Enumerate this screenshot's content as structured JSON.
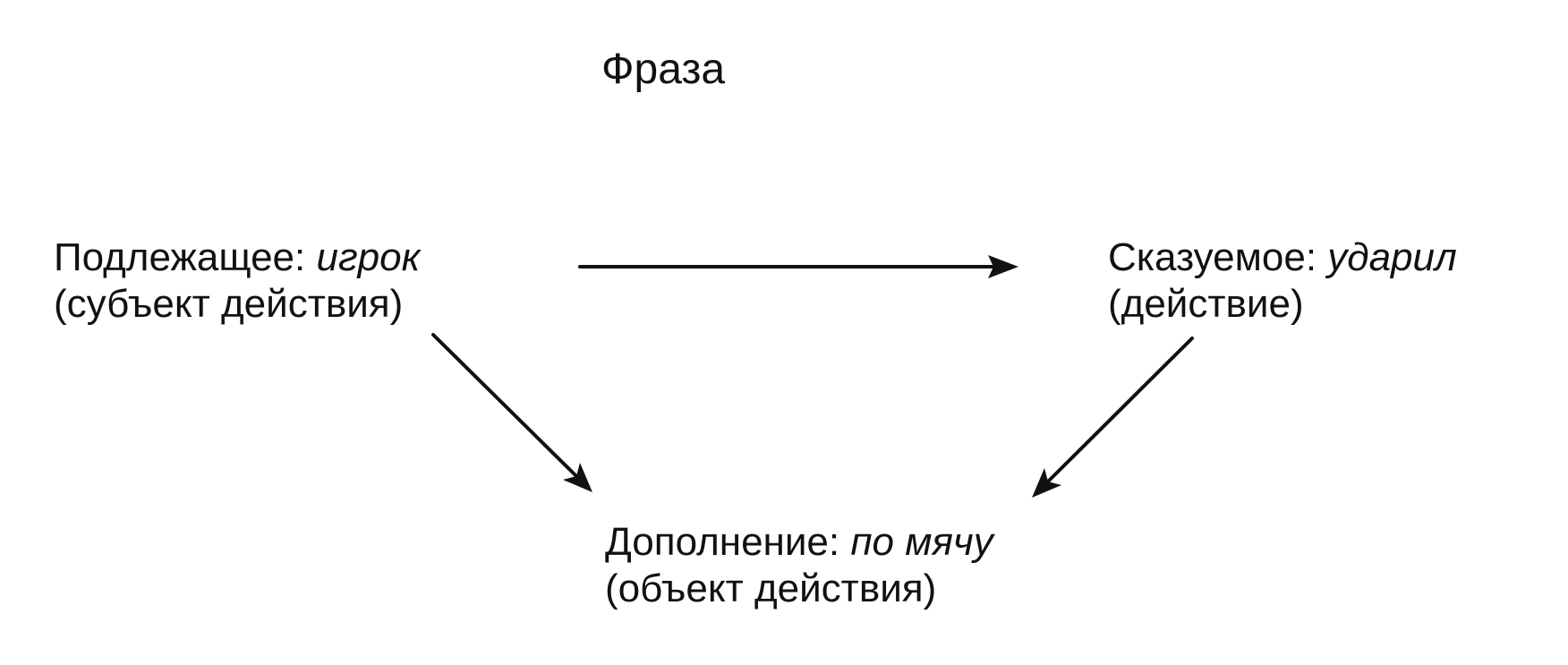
{
  "title": "Фраза",
  "nodes": {
    "subject": {
      "label": "Подлежащее: ",
      "term": "игрок",
      "role": "(субъект действия)"
    },
    "predicate": {
      "label": "Сказуемое: ",
      "term": "ударил",
      "role": "(действие)"
    },
    "object": {
      "label": "Дополнение: ",
      "term": "по мячу",
      "role": "(объект действия)"
    }
  },
  "edges": [
    {
      "from": "subject",
      "to": "predicate"
    },
    {
      "from": "subject",
      "to": "object"
    },
    {
      "from": "predicate",
      "to": "object"
    }
  ],
  "colors": {
    "ink": "#111111",
    "background": "#ffffff"
  }
}
